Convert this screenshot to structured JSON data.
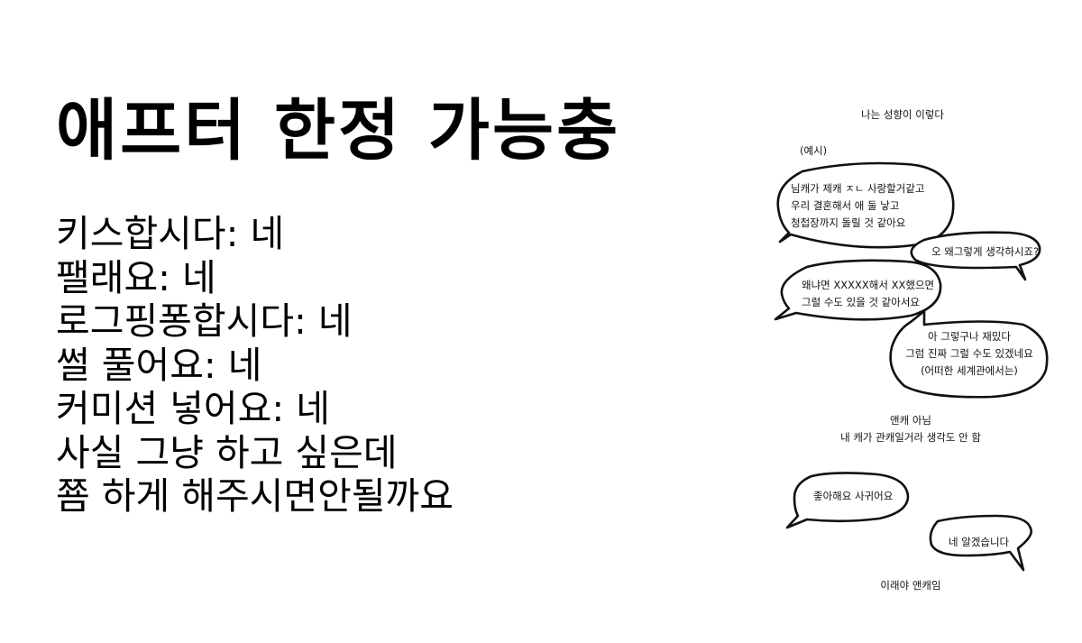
{
  "title": "애프터 한정 가능충",
  "lines": [
    "키스합시다: 네",
    "팰래요: 네",
    "로그핑퐁합시다: 네",
    "썰 풀어요: 네",
    "커미션 넣어요: 네",
    "사실 그냥 하고 싶은데",
    "쬼 하게 해주시면안될까요"
  ],
  "comic": {
    "header": "나는 성향이 이렇다",
    "example_label": "(예시)",
    "bubble1": [
      "님캐가 제캐 ㅈㄴ 사랑할거같고",
      "우리 결혼해서 애 둘 낳고",
      "청첩장까지 돌릴 것 같아요"
    ],
    "bubble2": [
      "오 왜그렇게 생각하시죠?"
    ],
    "bubble3": [
      "왜냐면 XXXXX해서 XX했으면",
      "그럴 수도 있을 것 같아서요"
    ],
    "bubble4": [
      "아 그렇구나 재밌다",
      "그럼 진짜 그럴 수도 있겠네요",
      "(어떠한 세계관에서는)"
    ],
    "caption1": [
      "앤캐 아님",
      "내 캐가 관캐일거라 생각도 안 함"
    ],
    "bubble5": [
      "좋아해요 사귀어요"
    ],
    "bubble6": [
      "네 알겠습니다"
    ],
    "footer": "이래야 앤캐임"
  }
}
